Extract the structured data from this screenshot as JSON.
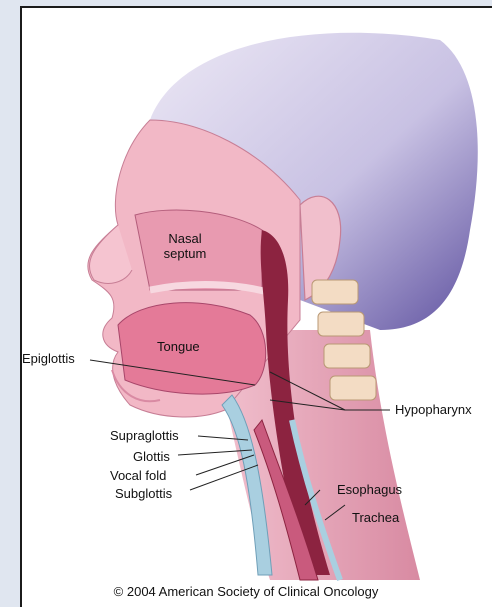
{
  "labels": {
    "nasal_septum_line1": "Nasal",
    "nasal_septum_line2": "septum",
    "tongue": "Tongue",
    "epiglottis": "Epiglottis",
    "hypopharynx": "Hypopharynx",
    "supraglottis": "Supraglottis",
    "glottis": "Glottis",
    "vocal_fold": "Vocal fold",
    "subglottis": "Subglottis",
    "esophagus": "Esophagus",
    "trachea": "Trachea"
  },
  "copyright": "© 2004 American Society of Clinical Oncology",
  "colors": {
    "skin": "#f0b3c2",
    "skin_shadow": "#d98aa3",
    "hair": "#b9b3da",
    "hair_dark": "#6f63a8",
    "tissue": "#c95a7d",
    "tissue_dark": "#8c2340",
    "airway": "#a9cfe0",
    "bone": "#f3dcc4"
  }
}
